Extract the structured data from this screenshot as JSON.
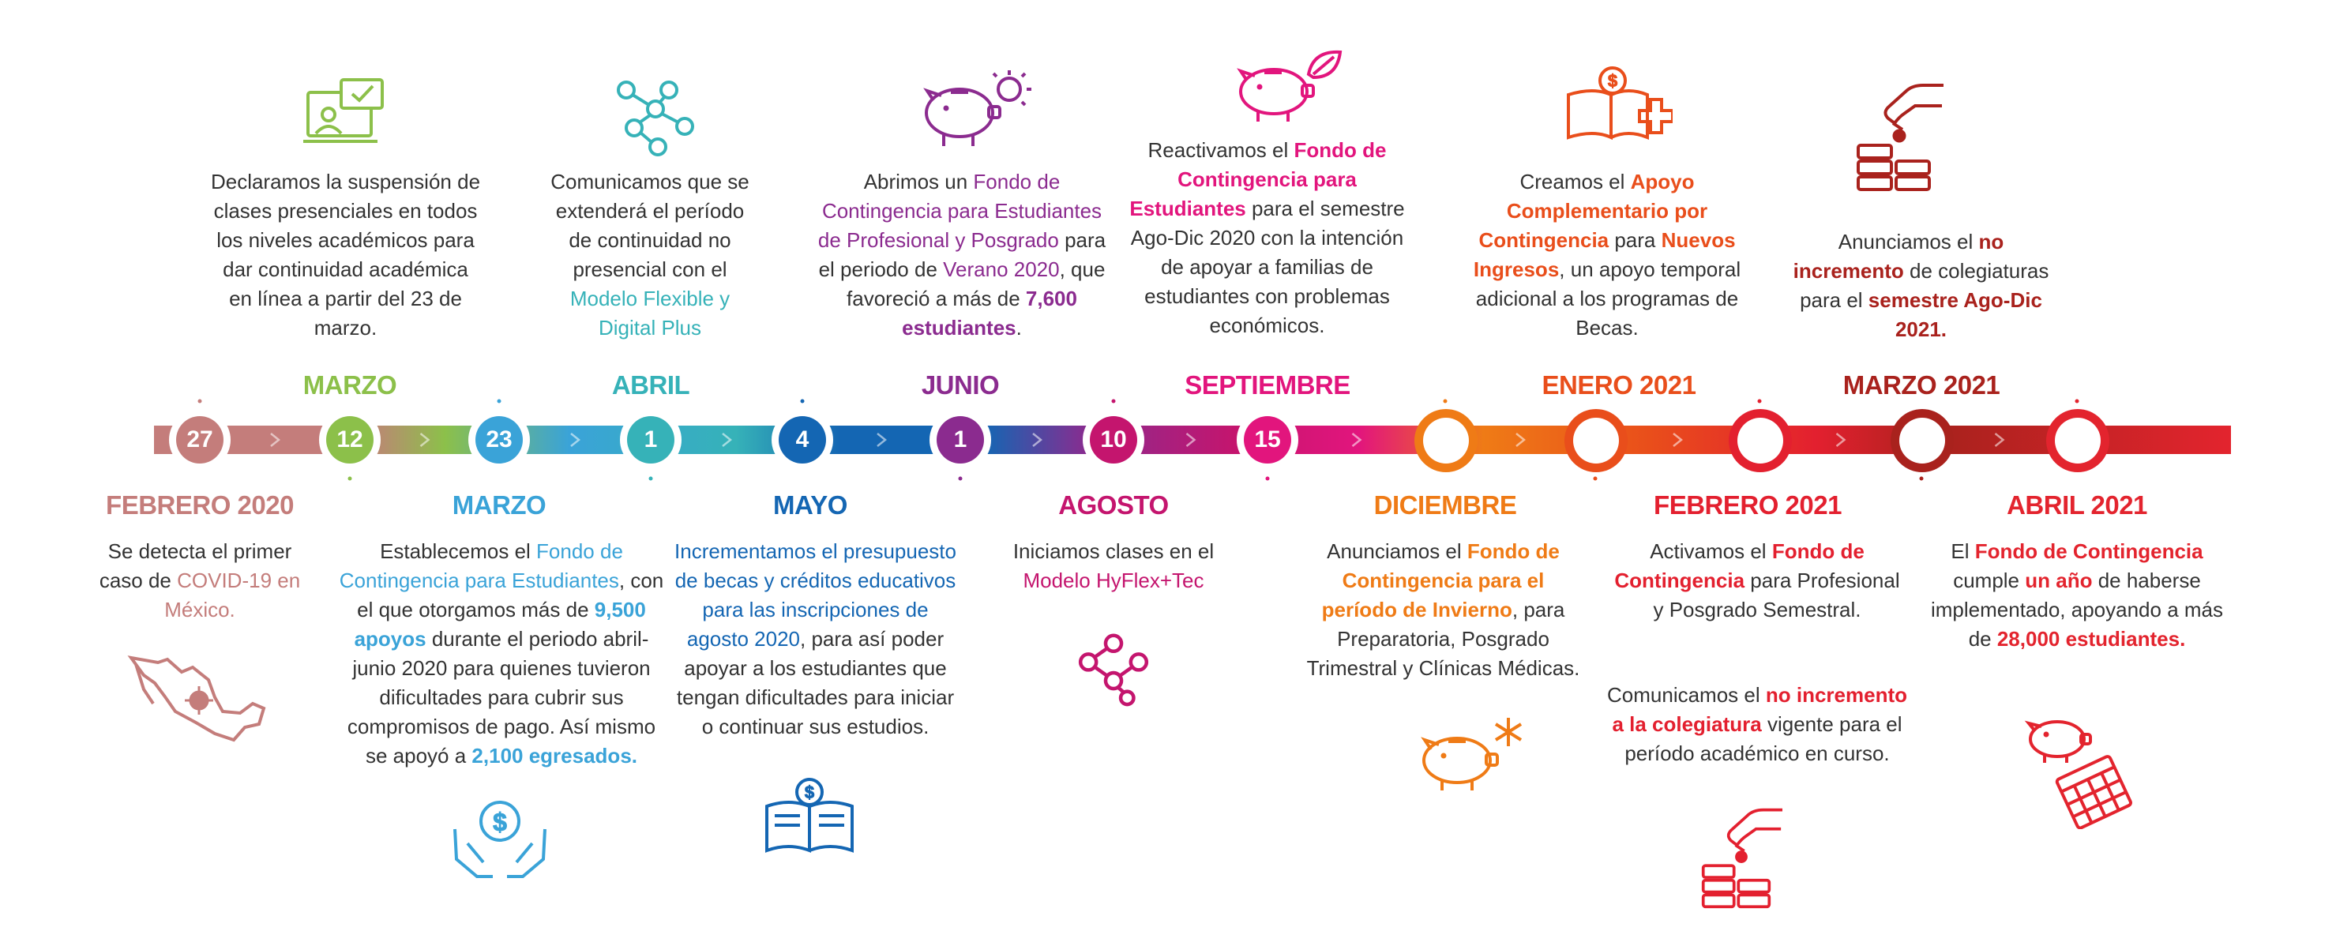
{
  "colors": {
    "feb2020": "#c47d7b",
    "mar12": "#8cc04a",
    "mar23": "#3aa3d8",
    "abr": "#36b2b8",
    "may": "#1466b3",
    "jun": "#8b2b8f",
    "ago": "#c4156e",
    "sep": "#e2157d",
    "dic": "#ef7b16",
    "ene21": "#e94e1b",
    "feb21": "#e3202f",
    "mar21": "#a9221d",
    "abr21": "#e3242e",
    "text": "#333333"
  },
  "events": [
    {
      "id": "feb2020",
      "day": "27",
      "month": "FEBRERO 2020",
      "side": "below",
      "text": [
        [
          "Se detecta el primer caso de ",
          ""
        ],
        [
          "COVID-19 en México.",
          "accent"
        ]
      ]
    },
    {
      "id": "mar12",
      "day": "12",
      "month": "MARZO",
      "side": "above",
      "text": [
        [
          "Declaramos la suspensión de clases presenciales en todos los niveles académicos para dar continuidad académica en línea a partir del 23 de marzo.",
          ""
        ]
      ]
    },
    {
      "id": "mar23",
      "day": "23",
      "month": "MARZO",
      "side": "below",
      "text": [
        [
          "Establecemos el ",
          ""
        ],
        [
          "Fondo de Contingencia para Estudiantes",
          "accent"
        ],
        [
          ", con el que otorgamos más de ",
          ""
        ],
        [
          "9,500 apoyos",
          "accentbold"
        ],
        [
          " durante el periodo abril-junio 2020 para quienes tuvieron dificultades para cubrir sus compromisos de pago. Así mismo se apoyó a ",
          ""
        ],
        [
          "2,100 egresados.",
          "accentbold"
        ]
      ]
    },
    {
      "id": "abr",
      "day": "1",
      "month": "ABRIL",
      "side": "above",
      "text": [
        [
          "Comunicamos que se extenderá el período de continuidad no presencial con el ",
          ""
        ],
        [
          "Modelo Flexible y Digital  Plus",
          "accent"
        ]
      ]
    },
    {
      "id": "may",
      "day": "4",
      "month": "MAYO",
      "side": "below",
      "text": [
        [
          "Incrementamos el presupuesto de becas y créditos educativos para las inscripciones de agosto 2020",
          "accent"
        ],
        [
          ", para así poder apoyar a los estudiantes que tengan dificultades para iniciar o continuar sus estudios.",
          ""
        ]
      ]
    },
    {
      "id": "jun",
      "day": "1",
      "month": "JUNIO",
      "side": "above",
      "text": [
        [
          "Abrimos un ",
          ""
        ],
        [
          "Fondo de Contingencia para Estudiantes de Profesional y Posgrado",
          "accent"
        ],
        [
          " para el periodo de ",
          ""
        ],
        [
          "Verano 2020",
          "accent"
        ],
        [
          ", que favoreció a más de ",
          ""
        ],
        [
          "7,600 estudiantes",
          "accentbold"
        ],
        [
          ".",
          ""
        ]
      ]
    },
    {
      "id": "ago",
      "day": "10",
      "month": "AGOSTO",
      "side": "below",
      "text": [
        [
          "Iniciamos clases en el ",
          ""
        ],
        [
          "Modelo HyFlex+Tec",
          "accent"
        ]
      ]
    },
    {
      "id": "sep",
      "day": "15",
      "month": "SEPTIEMBRE",
      "side": "above",
      "text": [
        [
          "Reactivamos el ",
          ""
        ],
        [
          "Fondo de Contingencia para Estudiantes",
          "accentbold"
        ],
        [
          " para el semestre Ago-Dic 2020 con la intención de apoyar a familias de estudiantes con problemas económicos.",
          ""
        ]
      ]
    },
    {
      "id": "dic",
      "day": "",
      "month": "DICIEMBRE",
      "side": "below",
      "text": [
        [
          "Anunciamos el ",
          ""
        ],
        [
          "Fondo de Contingencia para el período de Invierno",
          "accentbold"
        ],
        [
          ", para Preparatoria, Posgrado Trimestral y Clínicas Médicas.",
          ""
        ]
      ]
    },
    {
      "id": "ene21",
      "day": "",
      "month": "ENERO 2021",
      "side": "above",
      "text": [
        [
          "Creamos el ",
          ""
        ],
        [
          "Apoyo Complementario por Contingencia",
          "accentbold"
        ],
        [
          " para ",
          ""
        ],
        [
          "Nuevos Ingresos",
          "accentbold"
        ],
        [
          ", un apoyo temporal adicional a los programas de Becas.",
          ""
        ]
      ]
    },
    {
      "id": "feb21",
      "day": "",
      "month": "FEBRERO 2021",
      "side": "below",
      "text": [
        [
          "Activamos el ",
          ""
        ],
        [
          "Fondo de Contingencia",
          "accentbold"
        ],
        [
          " para Profesional y Posgrado Semestral.",
          ""
        ]
      ],
      "text2": [
        [
          "Comunicamos el ",
          ""
        ],
        [
          "no incremento a la colegiatura",
          "accentbold"
        ],
        [
          " vigente para el período académico en curso.",
          ""
        ]
      ]
    },
    {
      "id": "mar21",
      "day": "",
      "month": "MARZO 2021",
      "side": "above",
      "text": [
        [
          "Anunciamos el ",
          ""
        ],
        [
          "no incremento",
          "accentbold"
        ],
        [
          " de colegiaturas para el ",
          ""
        ],
        [
          "semestre Ago-Dic 2021.",
          "accentbold"
        ]
      ]
    },
    {
      "id": "abr21",
      "day": "",
      "month": "ABRIL 2021",
      "side": "below",
      "text": [
        [
          "El ",
          ""
        ],
        [
          "Fondo de Contingencia",
          "accentbold"
        ],
        [
          " cumple ",
          ""
        ],
        [
          "un año",
          "accentbold"
        ],
        [
          " de haberse implementado, apoyando a más de ",
          ""
        ],
        [
          "28,000 estudiantes.",
          "accentbold"
        ]
      ]
    }
  ],
  "icons": {
    "mar12": "online-class-icon",
    "abr": "network-nodes-icon",
    "jun": "piggy-bank-sun-icon",
    "sep": "piggy-bank-leaf-icon",
    "ene21": "book-money-plus-icon",
    "mar21": "hand-coins-icon",
    "feb2020": "mexico-map-virus-icon",
    "mar23": "hands-money-icon",
    "may": "book-money-icon",
    "ago": "network-nodes-icon",
    "dic": "piggy-bank-snow-icon",
    "feb21": "hand-coins-icon",
    "abr21": "piggy-bank-calendar-icon"
  }
}
